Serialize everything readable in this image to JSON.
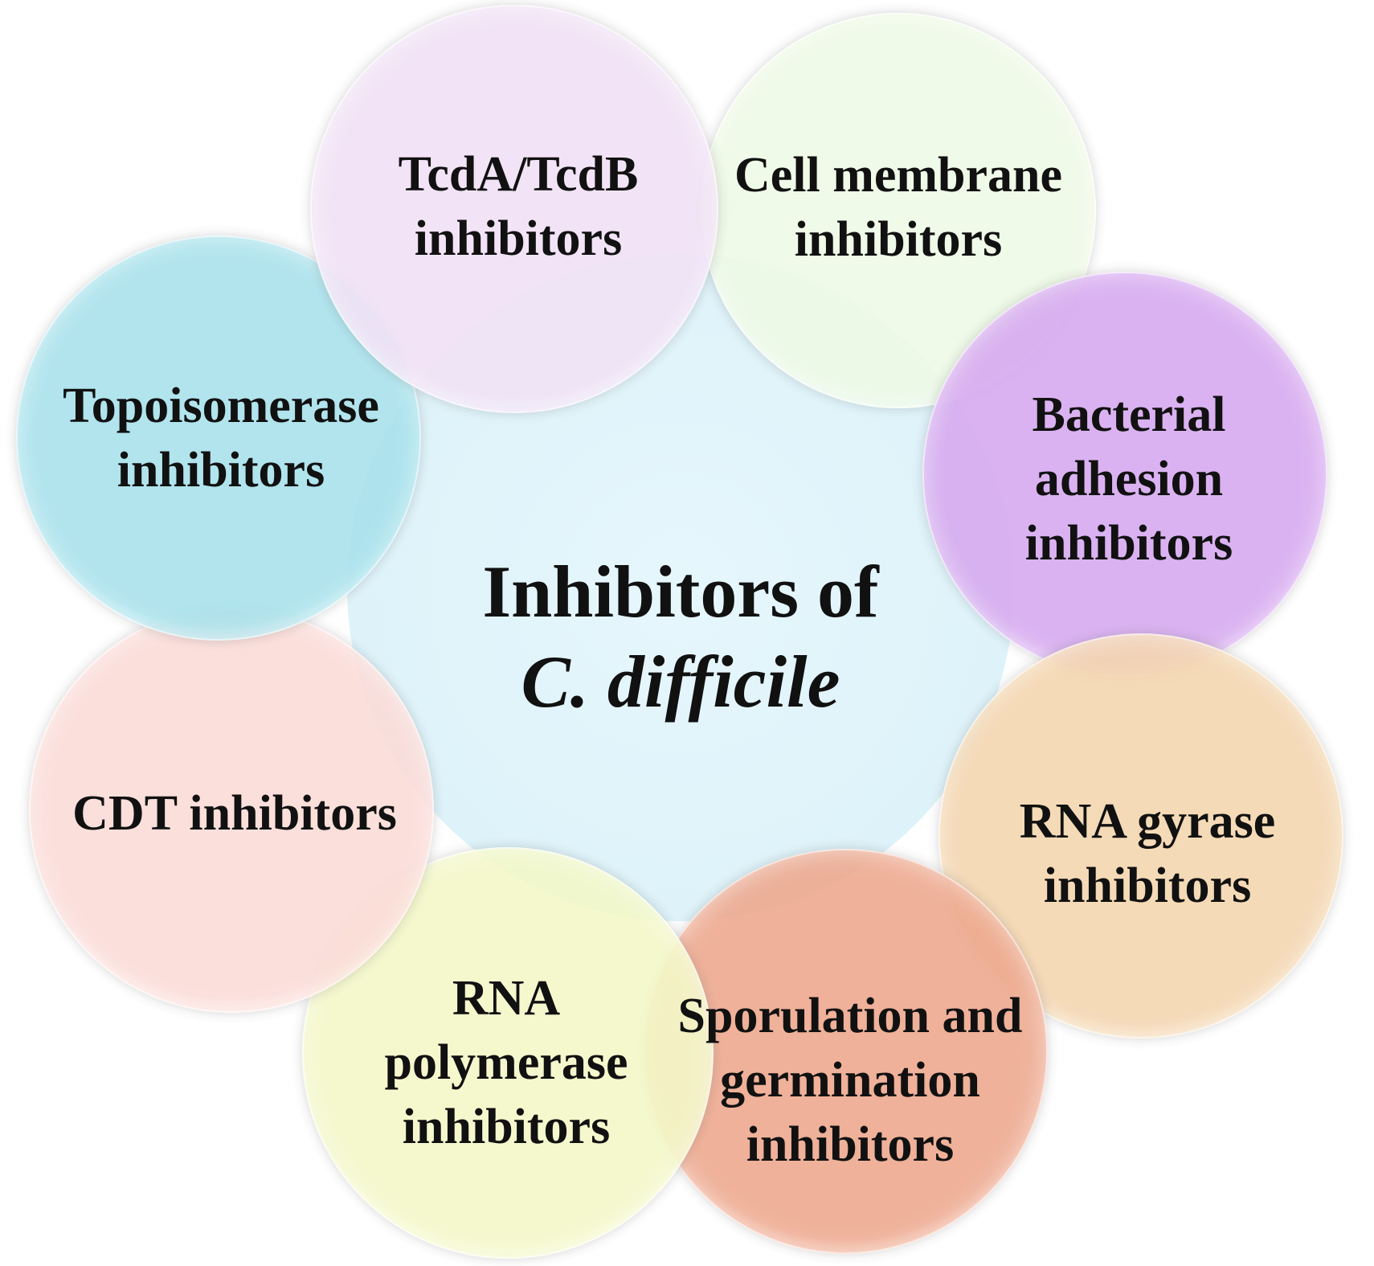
{
  "center": {
    "line1": "Inhibitors of",
    "line2": "C. difficile",
    "color": "#dff3fa"
  },
  "nodes": [
    {
      "id": "cell-membrane",
      "lines": [
        "Cell membrane",
        "inhibitors"
      ],
      "color": "#eefae6"
    },
    {
      "id": "bacterial-adhesion",
      "lines": [
        "Bacterial",
        "adhesion",
        "inhibitors"
      ],
      "color": "#d7aaf0"
    },
    {
      "id": "rna-gyrase",
      "lines": [
        "RNA gyrase",
        "inhibitors"
      ],
      "color": "#f4d6b0"
    },
    {
      "id": "sporulation-germination",
      "lines": [
        "Sporulation and",
        "germination",
        "inhibitors"
      ],
      "color": "#eea98f"
    },
    {
      "id": "rna-polymerase",
      "lines": [
        "RNA",
        "polymerase",
        "inhibitors"
      ],
      "color": "#f4f8c8"
    },
    {
      "id": "cdt",
      "lines": [
        "CDT inhibitors"
      ],
      "color": "#fbdcd8"
    },
    {
      "id": "topoisomerase",
      "lines": [
        "Topoisomerase",
        "inhibitors"
      ],
      "color": "#a9e2ec"
    },
    {
      "id": "tcda-tcdb",
      "lines": [
        "TcdA/TcdB",
        "inhibitors"
      ],
      "color": "#f1e2f6"
    }
  ]
}
